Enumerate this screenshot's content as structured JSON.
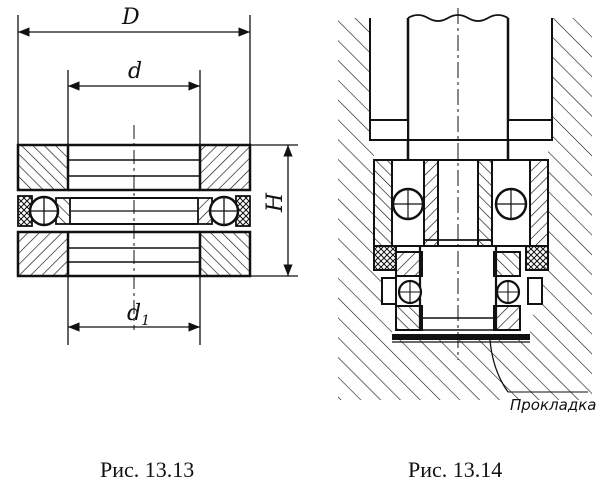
{
  "figures": [
    {
      "caption": "Рис. 13.13",
      "dimensions": {
        "outer_diameter": "D",
        "inner_diameter": "d",
        "bore_diameter_main": "d",
        "bore_diameter_sub": "1",
        "height": "H"
      }
    },
    {
      "caption": "Рис. 13.14",
      "callout": "Прокладка"
    }
  ],
  "colors": {
    "ink": "#111111",
    "paper": "#ffffff"
  }
}
